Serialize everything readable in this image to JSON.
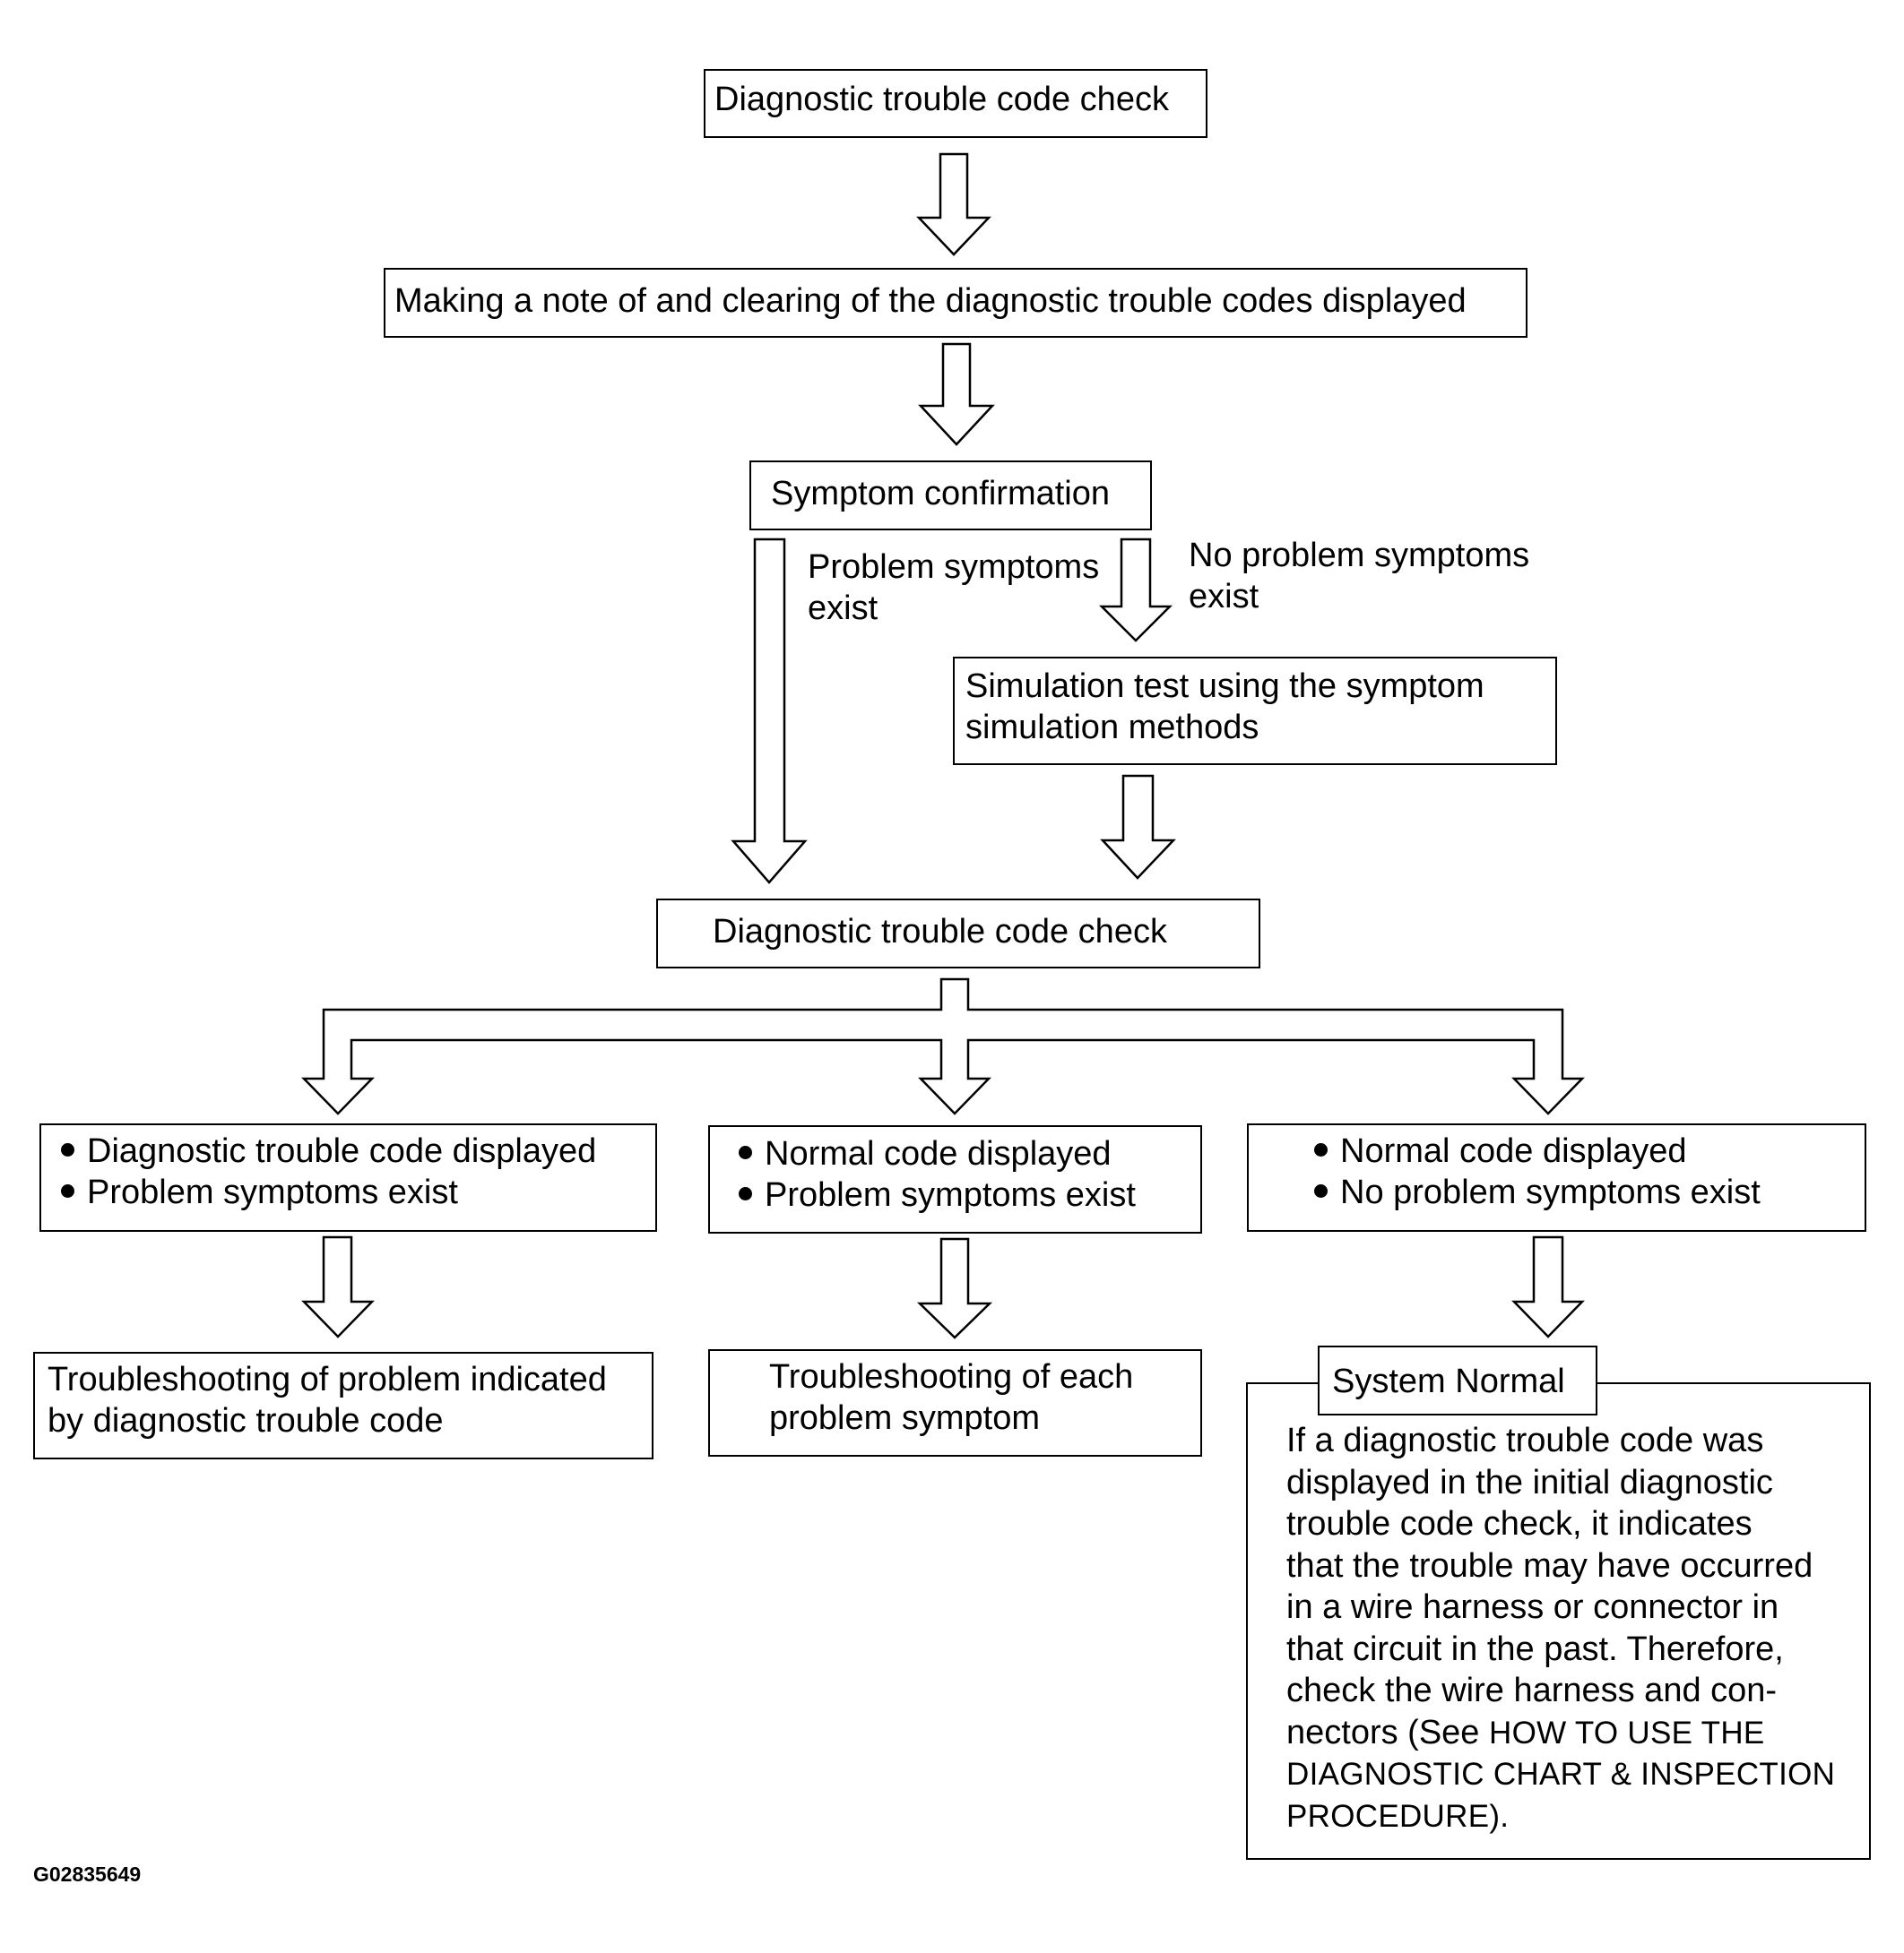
{
  "nodes": {
    "dtc_check_1": "Diagnostic trouble code check",
    "note_clear": "Making a note of and clearing of the diagnostic trouble codes displayed",
    "symptom_confirmation": "Symptom confirmation",
    "simulation_test": [
      "Simulation test using the symptom",
      "simulation methods"
    ],
    "dtc_check_2": "Diagnostic trouble code check",
    "result_left": [
      "Diagnostic trouble code displayed",
      "Problem symptoms exist"
    ],
    "result_middle": [
      "Normal code displayed",
      "Problem symptoms exist"
    ],
    "result_right": [
      "Normal code displayed",
      "No problem symptoms exist"
    ],
    "action_left": [
      "Troubleshooting of problem indicated",
      "by diagnostic trouble code"
    ],
    "action_middle": [
      "Troubleshooting of each",
      "problem symptom"
    ],
    "system_normal": "System Normal"
  },
  "edge_labels": {
    "problem_exist": [
      "Problem symptoms",
      "exist"
    ],
    "no_problem_exist": [
      "No problem symptoms",
      "exist"
    ]
  },
  "system_normal_note": {
    "lines": [
      "If a diagnostic trouble code was",
      "displayed in the initial diagnostic",
      "trouble code check, it indicates",
      "that the trouble may have occurred",
      "in a wire harness or connector in",
      "that circuit in the past. Therefore,",
      "check the wire harness and con-"
    ],
    "last_line_prefix": "nectors (See ",
    "caps_lines": [
      "HOW TO USE THE",
      "DIAGNOSTIC CHART & INSPECTION",
      "PROCEDURE)."
    ]
  },
  "figure_code": "G02835649"
}
